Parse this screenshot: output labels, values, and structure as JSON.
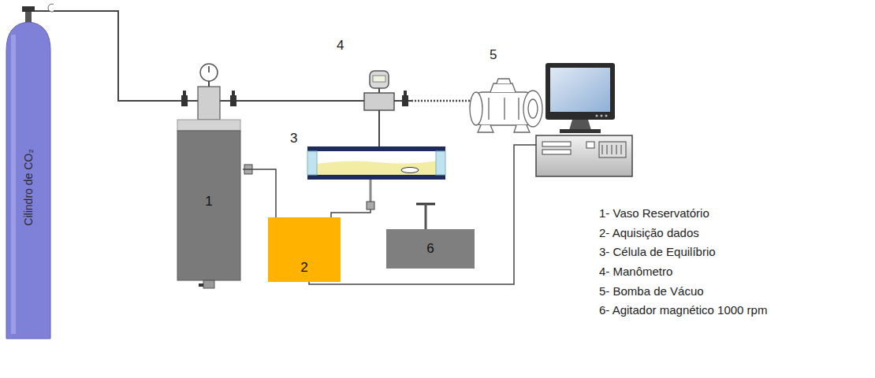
{
  "diagram": {
    "nodes": [
      {
        "text": [
          "Cilindro de CO₂"
        ]
      },
      {
        "text": [
          "1"
        ]
      },
      {
        "text": [
          "2"
        ]
      },
      {
        "text": [
          "6"
        ]
      }
    ],
    "edges": [
      {
        "from": 0,
        "to": 1,
        "arrow": "none"
      },
      {
        "from": 1,
        "to": 2,
        "arrow": "none"
      }
    ],
    "labels": [
      "3",
      "4",
      "5",
      "1- Vaso Reservatório",
      "2- Aquisição dados",
      "3- Célula de Equilíbrio",
      "4- Manômetro",
      "5- Bomba de Vácuo",
      "6- Agitador magnético 1000 rpm"
    ]
  }
}
